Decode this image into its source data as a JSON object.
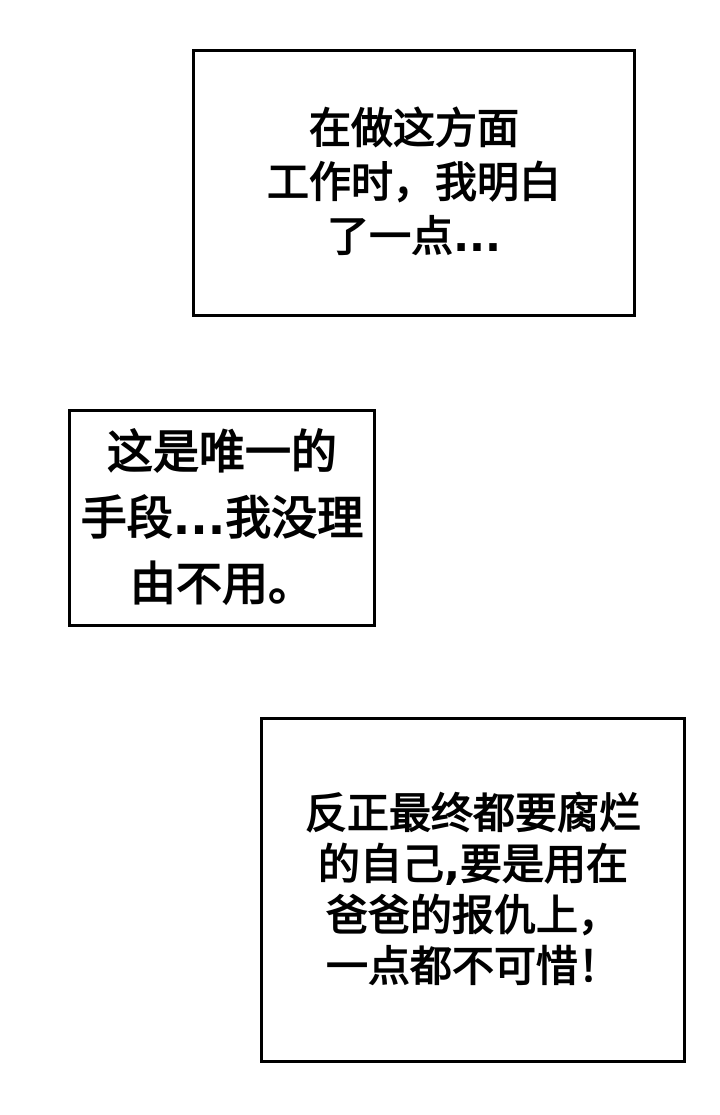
{
  "page": {
    "type": "comic-page",
    "background_color": "#ffffff",
    "text_color": "#000000",
    "box_border_color": "#000000"
  },
  "panels": [
    {
      "id": "speech-box-1",
      "lines": [
        "在做这方面",
        "工作时，我明白",
        "了一点..."
      ]
    },
    {
      "id": "speech-box-2",
      "lines": [
        "这是唯一的",
        "手段...我没理",
        "由不用。"
      ]
    },
    {
      "id": "speech-box-3",
      "lines": [
        "反正最终都要腐烂",
        "的自己,要是用在",
        "爸爸的报仇上，",
        "一点都不可惜！"
      ]
    }
  ]
}
